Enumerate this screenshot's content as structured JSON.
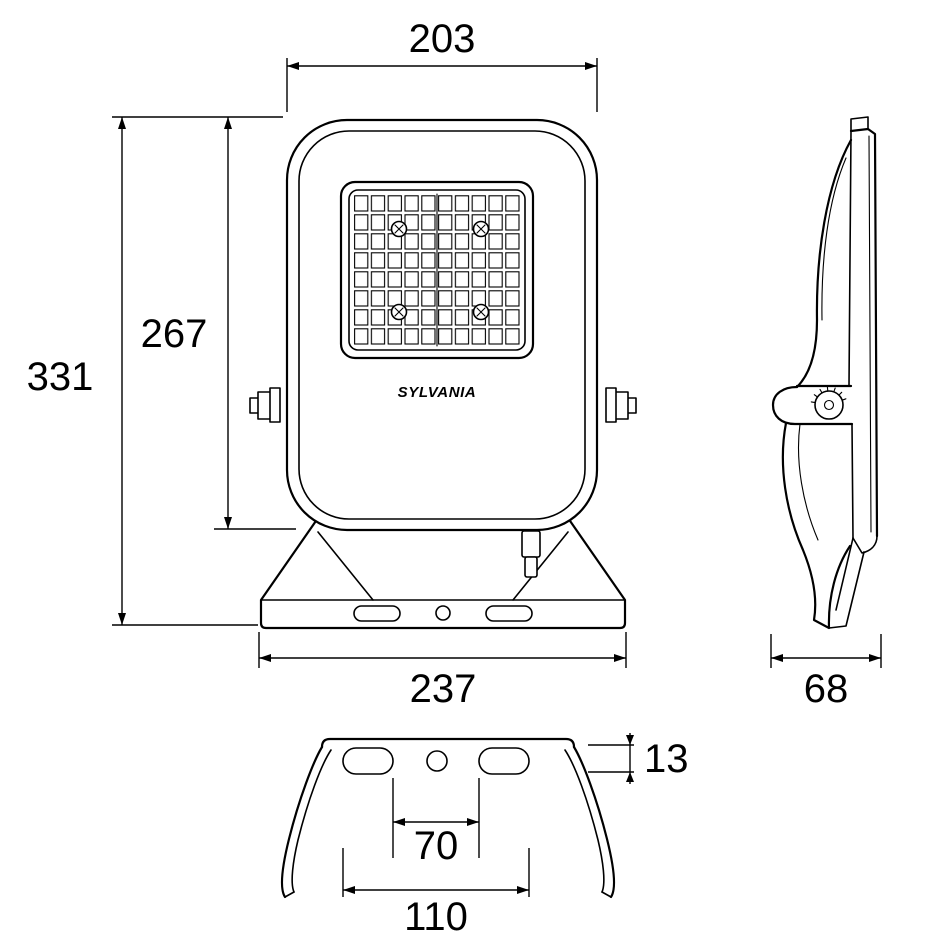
{
  "brand": "SYLVANIA",
  "dims": {
    "front_width": "203",
    "overall_height": "331",
    "body_height": "267",
    "base_width": "237",
    "depth": "68",
    "plate": "13",
    "holes_inner": "70",
    "holes_outer": "110"
  }
}
